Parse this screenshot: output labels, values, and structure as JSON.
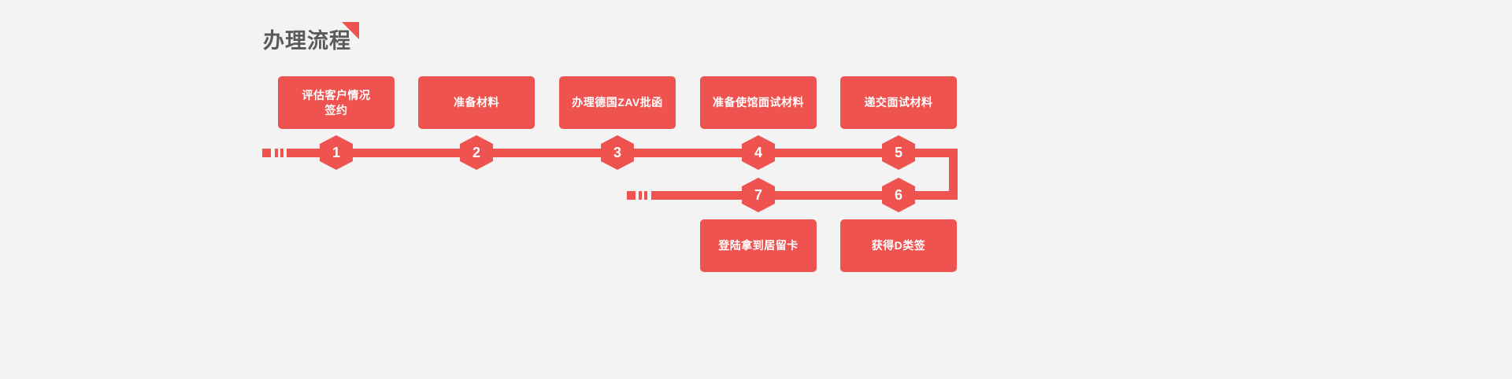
{
  "page": {
    "background_color": "#f3f3f3",
    "accent_color": "#ef5350",
    "title_color": "#5a5a5a"
  },
  "header": {
    "title": "办理流程",
    "corner_decoration": "triangle-corner"
  },
  "flow": {
    "top_row_cards": [
      {
        "id": "card-1",
        "lines": [
          "评估客户情况",
          "签约"
        ],
        "step": "1"
      },
      {
        "id": "card-2",
        "lines": [
          "准备材料"
        ],
        "step": "2"
      },
      {
        "id": "card-3",
        "lines": [
          "办理德国ZAV批函"
        ],
        "step": "3"
      },
      {
        "id": "card-4",
        "lines": [
          "准备使馆面试材料"
        ],
        "step": "4"
      },
      {
        "id": "card-5",
        "lines": [
          "递交面试材料"
        ],
        "step": "5"
      }
    ],
    "bottom_row_cards": [
      {
        "id": "card-7",
        "lines": [
          "登陆拿到居留卡"
        ],
        "step": "7"
      },
      {
        "id": "card-6",
        "lines": [
          "获得D类签"
        ],
        "step": "6"
      }
    ],
    "steps": [
      {
        "number": "1"
      },
      {
        "number": "2"
      },
      {
        "number": "3"
      },
      {
        "number": "4"
      },
      {
        "number": "5"
      },
      {
        "number": "6"
      },
      {
        "number": "7"
      }
    ]
  }
}
